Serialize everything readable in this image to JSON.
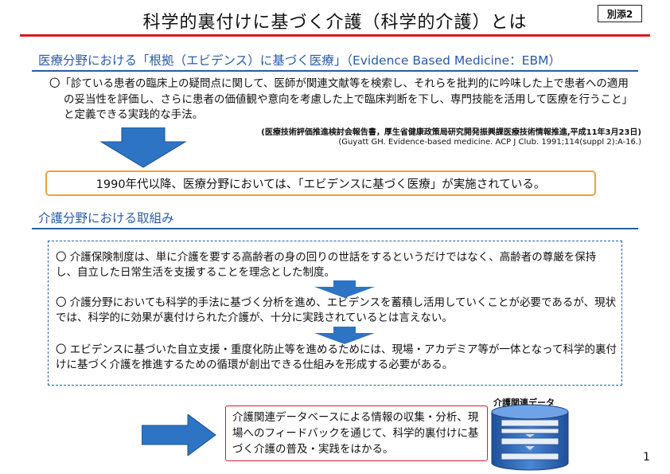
{
  "header": {
    "title": "科学的裏付けに基づく介護（科学的介護）とは",
    "badge": "別添2"
  },
  "section1": {
    "heading": "医療分野における「根拠（エビデンス）に基づく医療」（Evidence Based Medicine：EBM）",
    "paragraph": "〇「診ている患者の臨床上の疑問点に関して、医師が関連文献等を検索し、それらを批判的に吟味した上で患者への適用の妥当性を評価し、さらに患者の価値観や意向を考慮した上で臨床判断を下し、専門技能を活用して医療を行うこと」と定義できる実践的な手法。",
    "reference_jp": "(医療技術評価推進検討会報告書，厚生省健康政策局研究開発振興課医療技術情報推進,平成11年3月23日)",
    "reference_en": "(Guyatt GH. Evidence-based medicine. ACP J Club. 1991;114(suppl 2):A-16.)",
    "conclusion": "1990年代以降、医療分野においては、「エビデンスに基づく医療」が実施されている。"
  },
  "section2": {
    "heading": "介護分野における取組み",
    "items": [
      "〇 介護保険制度は、単に介護を要する高齢者の身の回りの世話をするというだけではなく、高齢者の尊厳を保持し、自立した日常生活を支援することを理念とした制度。",
      "〇 介護分野においても科学的手法に基づく分析を進め、エビデンスを蓄積し活用していくことが必要であるが、現状では、科学的に効果が裏付けられた介護が、十分に実践されているとは言えない。",
      "〇 エビデンスに基づいた自立支援・重度化防止等を進めるためには、現場・アカデミア等が一体となって科学的裏付けに基づく介護を推進するための循環が創出できる仕組みを形成する必要がある。"
    ]
  },
  "bottom": {
    "box_text": "介護関連データベースによる情報の収集・分析、現場へのフィードバックを通じて、科学的裏付けに基づく介護の普及・実践をはかる。",
    "db_title": "介護関連データ"
  },
  "footer": {
    "page_number": "1"
  },
  "colors": {
    "accent_red": "#d9191f",
    "heading_blue": "#2a5ba8",
    "arrow_blue": "#2e74c4",
    "orange_border": "#f0a040"
  }
}
